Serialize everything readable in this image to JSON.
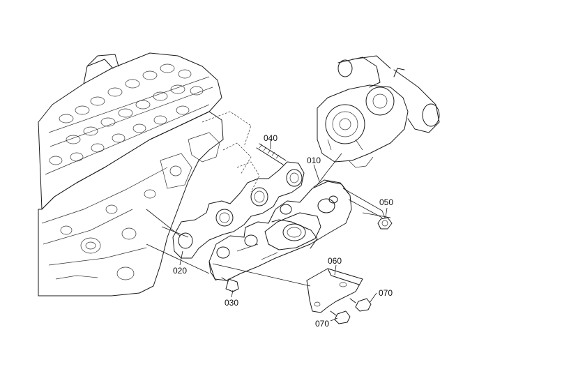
{
  "callouts": {
    "p010": "010",
    "p020": "020",
    "p030": "030",
    "p040": "040",
    "p050": "050",
    "p060": "060",
    "p070a": "070",
    "p070b": "070"
  },
  "colors": {
    "line": "#1a1a1a",
    "background": "#ffffff"
  }
}
